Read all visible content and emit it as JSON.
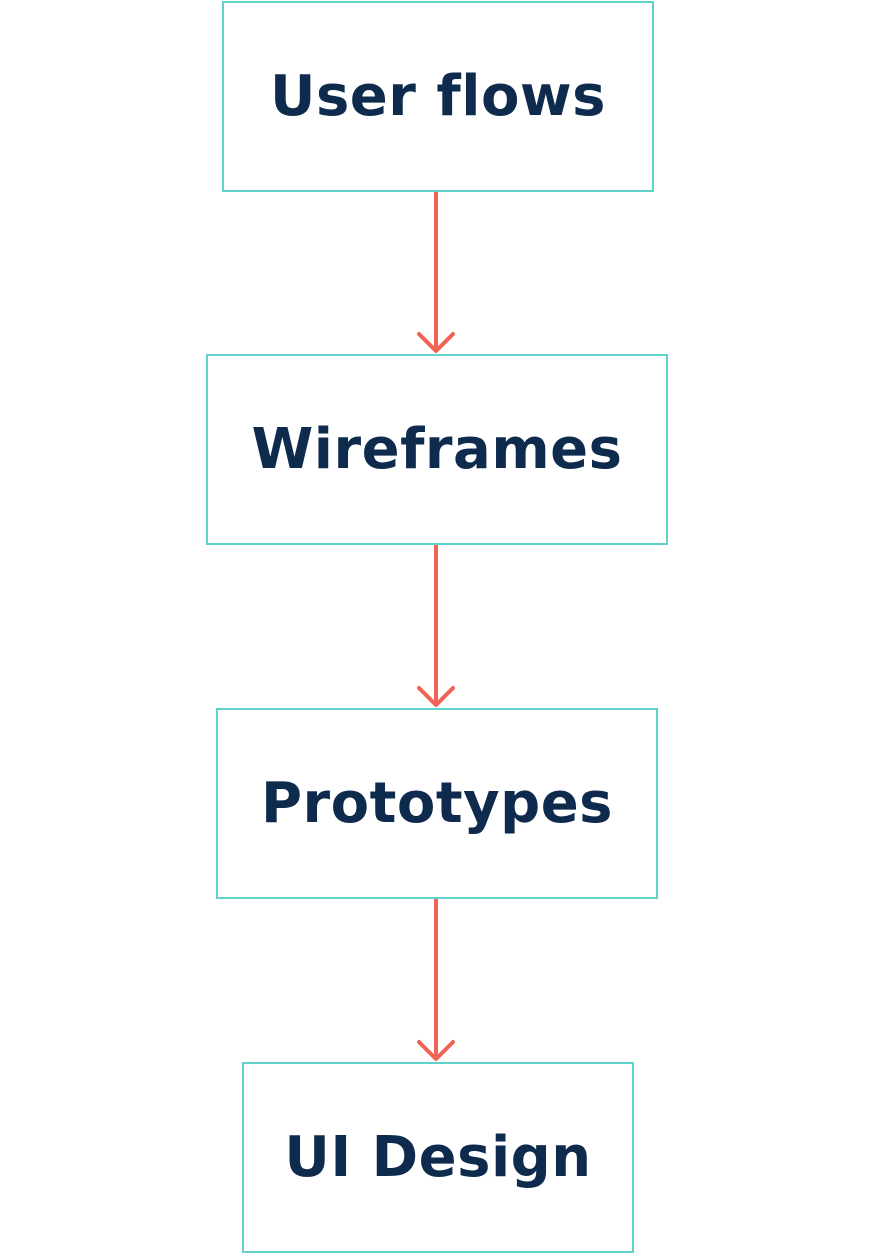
{
  "diagram": {
    "colors": {
      "node_border": "#5fd3c9",
      "node_text": "#0e2a4c",
      "arrow": "#f26355",
      "background": "#ffffff"
    },
    "nodes": [
      {
        "label": "User flows"
      },
      {
        "label": "Wireframes"
      },
      {
        "label": "Prototypes"
      },
      {
        "label": "UI Design"
      }
    ]
  }
}
